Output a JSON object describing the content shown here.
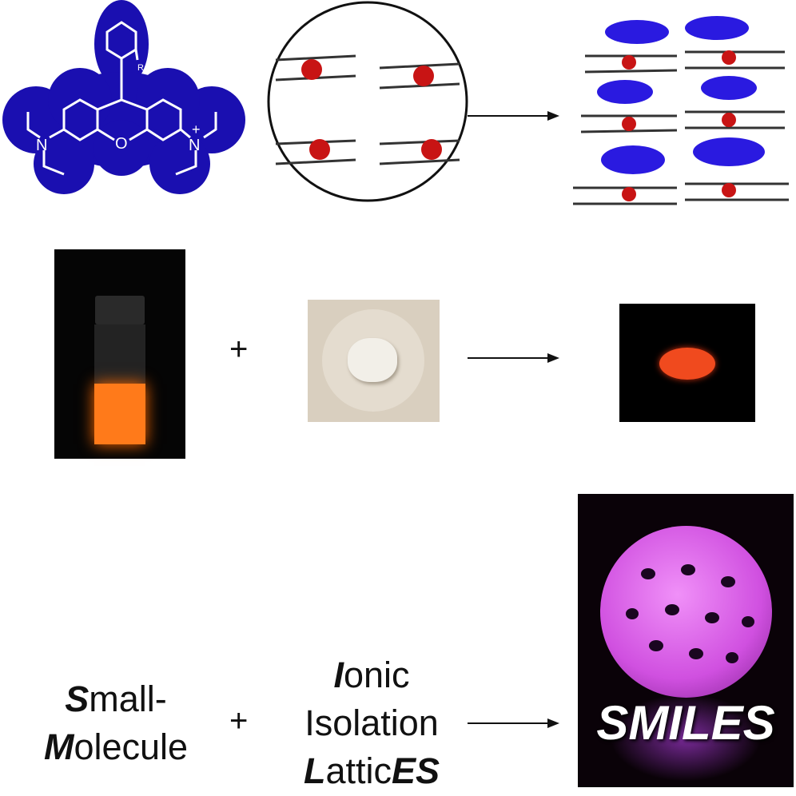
{
  "molecule": {
    "nitrogen_left": "N",
    "nitrogen_right": "N",
    "charge": "+",
    "oxygen": "O",
    "substituent": "R"
  },
  "operators": {
    "plus": "+"
  },
  "acronym": {
    "small": {
      "bold": "S",
      "rest": "mall-"
    },
    "molecule": {
      "bold": "M",
      "rest": "olecule"
    },
    "ionic": {
      "bold": "I",
      "rest": "onic"
    },
    "isolation": {
      "rest": "Isolation"
    },
    "lattices": {
      "bold": "L",
      "mid": "attic",
      "bold_end": "ES"
    }
  },
  "smiles_label": "SMILES",
  "colors": {
    "molecule_blue": "#1a0fb0",
    "dye_red": "#d01818",
    "lattice_gray": "#333333",
    "glow_pink": "#e060f0",
    "vial_orange": "#ff7a1a"
  }
}
